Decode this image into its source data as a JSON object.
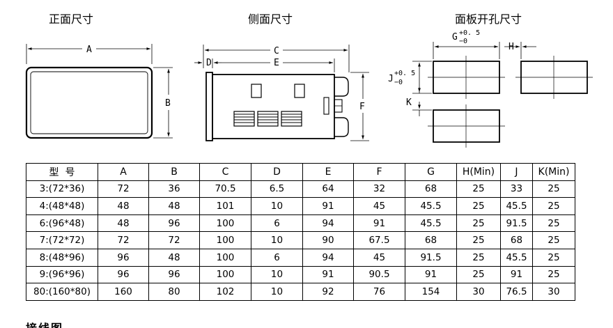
{
  "headers": {
    "front": "正面尺寸",
    "side": "侧面尺寸",
    "panel": "面板开孔尺寸"
  },
  "dims": {
    "A": "A",
    "B": "B",
    "C": "C",
    "D": "D",
    "E": "E",
    "F": "F",
    "G": "G",
    "H": "H",
    "J": "J",
    "K": "K",
    "tol_plus": "+0. 5",
    "tol_minus": "−0"
  },
  "table": {
    "columns": [
      "型  号",
      "A",
      "B",
      "C",
      "D",
      "E",
      "F",
      "G",
      "H(Min)",
      "J",
      "K(Min)"
    ],
    "rows": [
      [
        "3:(72*36)",
        "72",
        "36",
        "70.5",
        "6.5",
        "64",
        "32",
        "68",
        "25",
        "33",
        "25"
      ],
      [
        "4:(48*48)",
        "48",
        "48",
        "101",
        "10",
        "91",
        "45",
        "45.5",
        "25",
        "45.5",
        "25"
      ],
      [
        "6:(96*48)",
        "48",
        "96",
        "100",
        "6",
        "94",
        "91",
        "45.5",
        "25",
        "91.5",
        "25"
      ],
      [
        "7:(72*72)",
        "72",
        "72",
        "100",
        "10",
        "90",
        "67.5",
        "68",
        "25",
        "68",
        "25"
      ],
      [
        "8:(48*96)",
        "96",
        "48",
        "100",
        "6",
        "94",
        "45",
        "91.5",
        "25",
        "45.5",
        "25"
      ],
      [
        "9:(96*96)",
        "96",
        "96",
        "100",
        "10",
        "91",
        "90.5",
        "91",
        "25",
        "91",
        "25"
      ],
      [
        "80:(160*80)",
        "160",
        "80",
        "102",
        "10",
        "92",
        "76",
        "154",
        "30",
        "76.5",
        "30"
      ]
    ]
  },
  "footer_text": "接线图"
}
